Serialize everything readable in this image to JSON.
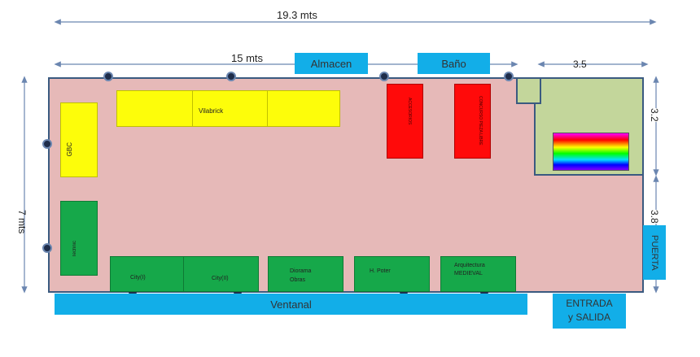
{
  "dimensions": {
    "total_width": "19.3 mts",
    "inner_width": "15 mts",
    "height": "7 mts",
    "right_room_width": "3.5",
    "right_room_height": "3.2",
    "right_lower_height": "3.8"
  },
  "top_labels": {
    "almacen": "Almacen",
    "bano": "Baño"
  },
  "bottom_labels": {
    "ventanal": "Ventanal",
    "entrada_line1": "ENTRADA",
    "entrada_line2": "y  SALIDA",
    "puerta": "PUERTA"
  },
  "tables": {
    "vilabrick": "Vilabrick",
    "gbc": "GBC",
    "technic": "Technic",
    "city1": "City(I)",
    "city2": "City(II)",
    "diorama_line1": "Diorama",
    "diorama_line2": "Obras",
    "hpoter": "H. Poter",
    "arq_line1": "Arquitectura",
    "arq_line2": "MEDIEVAL",
    "red1": "ACCESORIOS",
    "red2": "CONCURSO PIEZA LIBRE"
  },
  "colors": {
    "room": "#e6b9b8",
    "room_border": "#3a5a80",
    "green_table": "#16a84a",
    "yellow_table": "#fdfd0a",
    "red_table": "#ff0a0a",
    "blue_label": "#12aee8",
    "side_room": "#c3d69b"
  }
}
